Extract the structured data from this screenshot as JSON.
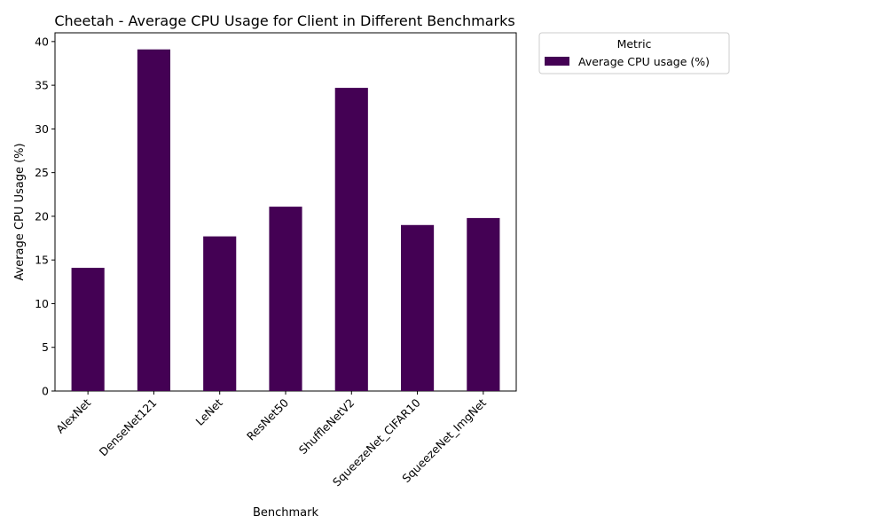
{
  "chart_data": {
    "type": "bar",
    "title": "Cheetah - Average CPU Usage for Client in Different Benchmarks",
    "xlabel": "Benchmark",
    "ylabel": "Average CPU Usage (%)",
    "categories": [
      "AlexNet",
      "DenseNet121",
      "LeNet",
      "ResNet50",
      "ShuffleNetV2",
      "SqueezeNet_CIFAR10",
      "SqueezeNet_ImgNet"
    ],
    "series": [
      {
        "name": "Average CPU usage (%)",
        "values": [
          14.1,
          39.1,
          17.7,
          21.1,
          34.7,
          19.0,
          19.8
        ],
        "color": "#440154"
      }
    ],
    "ylim": [
      0,
      41
    ],
    "yticks": [
      0,
      5,
      10,
      15,
      20,
      25,
      30,
      35,
      40
    ],
    "ytick_labels": [
      "0",
      "5",
      "10",
      "15",
      "20",
      "25",
      "30",
      "35",
      "40"
    ],
    "grid": false,
    "legend": {
      "title": "Metric",
      "placement": "outside-top-right"
    }
  }
}
